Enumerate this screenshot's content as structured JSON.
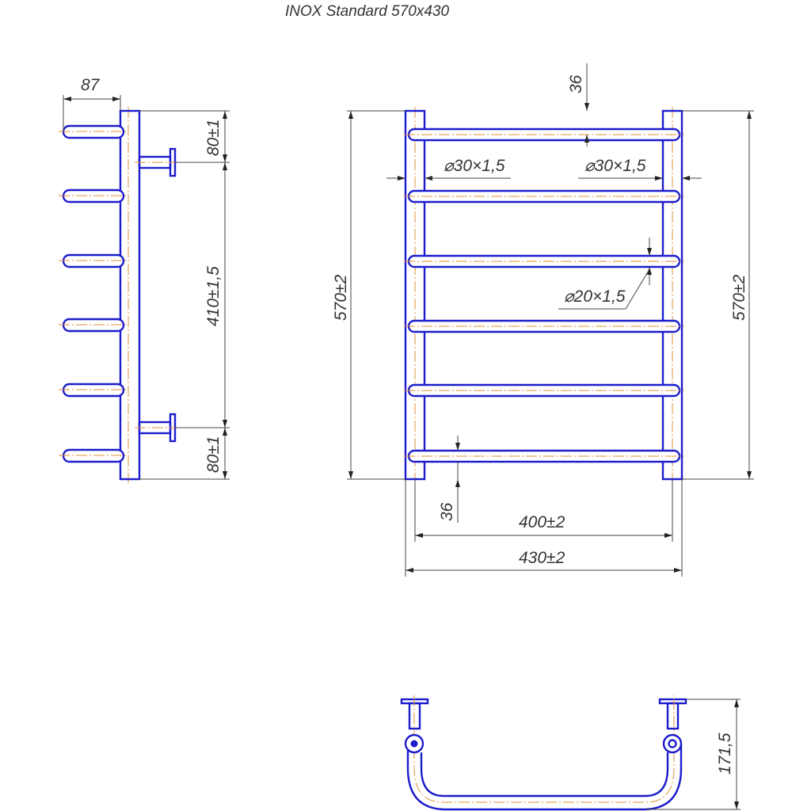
{
  "title": "INOX Standard 570x430",
  "side_view": {
    "depth": "87",
    "top_offset": "80±1",
    "mount_spacing": "410±1,5",
    "bottom_offset": "80±1"
  },
  "front_view": {
    "height_left": "570±2",
    "height_right": "570±2",
    "top_gap": "36",
    "bottom_gap": "36",
    "post_pipe_left": "⌀30×1,5",
    "post_pipe_right": "⌀30×1,5",
    "rung_pipe": "⌀20×1,5",
    "center_width": "400±2",
    "overall_width": "430±2"
  },
  "top_view": {
    "projection": "171,5"
  },
  "colors": {
    "outline": "#1c1ccc",
    "centerline": "#e0903a",
    "dimension": "#444444"
  }
}
